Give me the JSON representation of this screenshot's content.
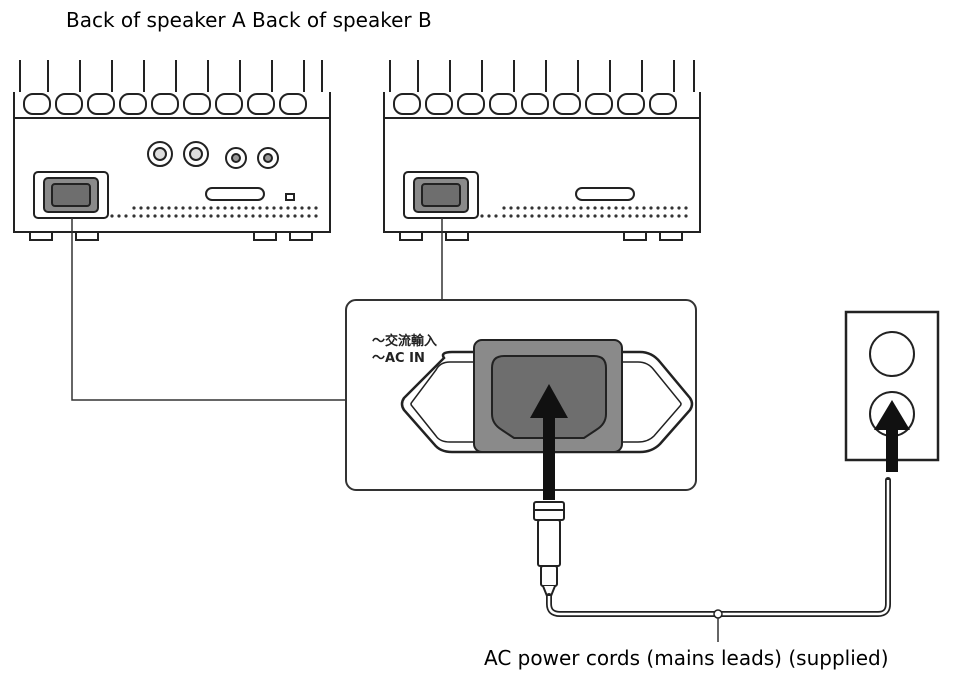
{
  "captions": {
    "top": "Back of speaker A Back of speaker B",
    "bottom": "AC power cords (mains leads) (supplied)"
  },
  "ac_in_panel": {
    "label_jp": "～交流輸入",
    "label_en": "～AC IN"
  },
  "colors": {
    "line": "#222222",
    "socket_fill": "#8a8a8a",
    "socket_inner": "#6e6e6e",
    "arrow": "#111111"
  }
}
